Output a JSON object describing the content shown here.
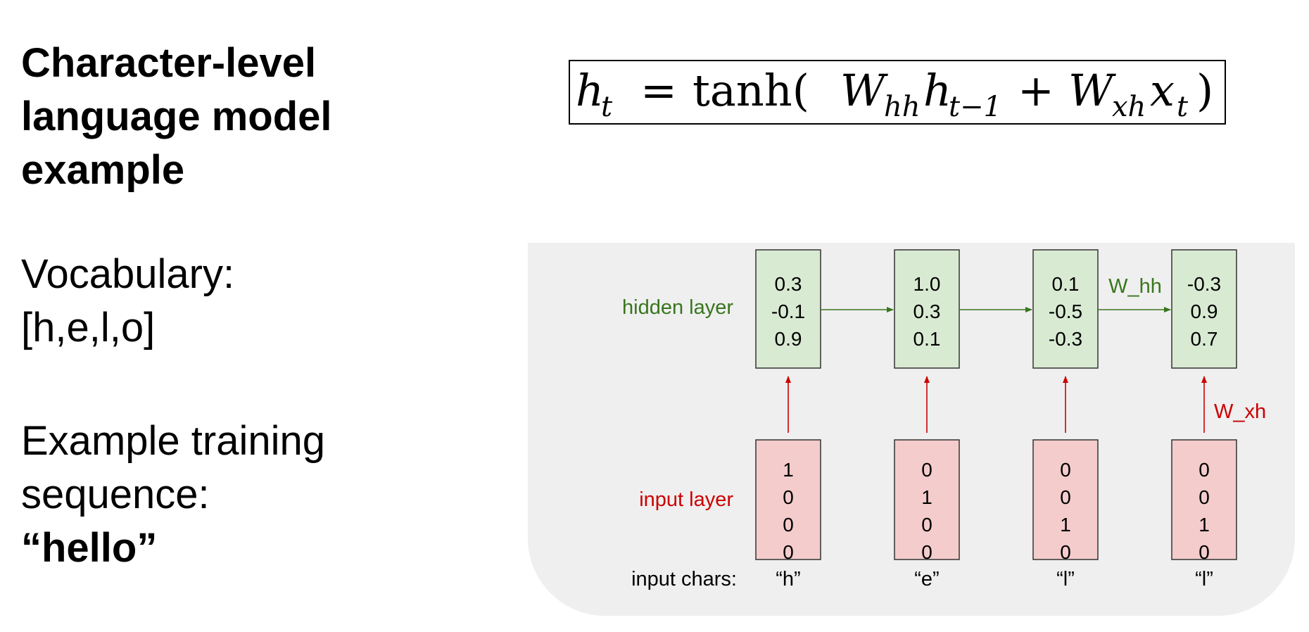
{
  "slide": {
    "title_lines": [
      "Character-level",
      "language model",
      "example"
    ],
    "vocab_lines": [
      "Vocabulary:",
      "[h,e,l,o]"
    ],
    "example_lines": [
      "Example training",
      "sequence:"
    ],
    "example_word": "“hello”"
  },
  "formula": {
    "h": "h",
    "t_sub": "t",
    "equals": "=",
    "tanh": "tanh(",
    "W1": "W",
    "hh_sub": "hh",
    "h2": "h",
    "tm1_sub": "t−1",
    "plus": "+",
    "W2": "W",
    "xh_sub": "xh",
    "x": "x",
    "t_sub2": "t",
    "close": ")"
  },
  "diagram": {
    "hidden_label": "hidden layer",
    "input_label": "input layer",
    "chars_label": "input chars:",
    "w_hh_label": "W_hh",
    "w_xh_label": "W_xh",
    "colors": {
      "hidden_fill": "#d9ead3",
      "input_fill": "#f4cccc",
      "green": "#38761d",
      "red": "#cc0000",
      "panel": "#efefef"
    },
    "hidden": [
      [
        "0.3",
        "-0.1",
        "0.9"
      ],
      [
        "1.0",
        "0.3",
        "0.1"
      ],
      [
        "0.1",
        "-0.5",
        "-0.3"
      ],
      [
        "-0.3",
        "0.9",
        "0.7"
      ]
    ],
    "input": [
      [
        "1",
        "0",
        "0",
        "0"
      ],
      [
        "0",
        "1",
        "0",
        "0"
      ],
      [
        "0",
        "0",
        "1",
        "0"
      ],
      [
        "0",
        "0",
        "1",
        "0"
      ]
    ],
    "chars": [
      "“h”",
      "“e”",
      "“l”",
      "“l”"
    ]
  }
}
